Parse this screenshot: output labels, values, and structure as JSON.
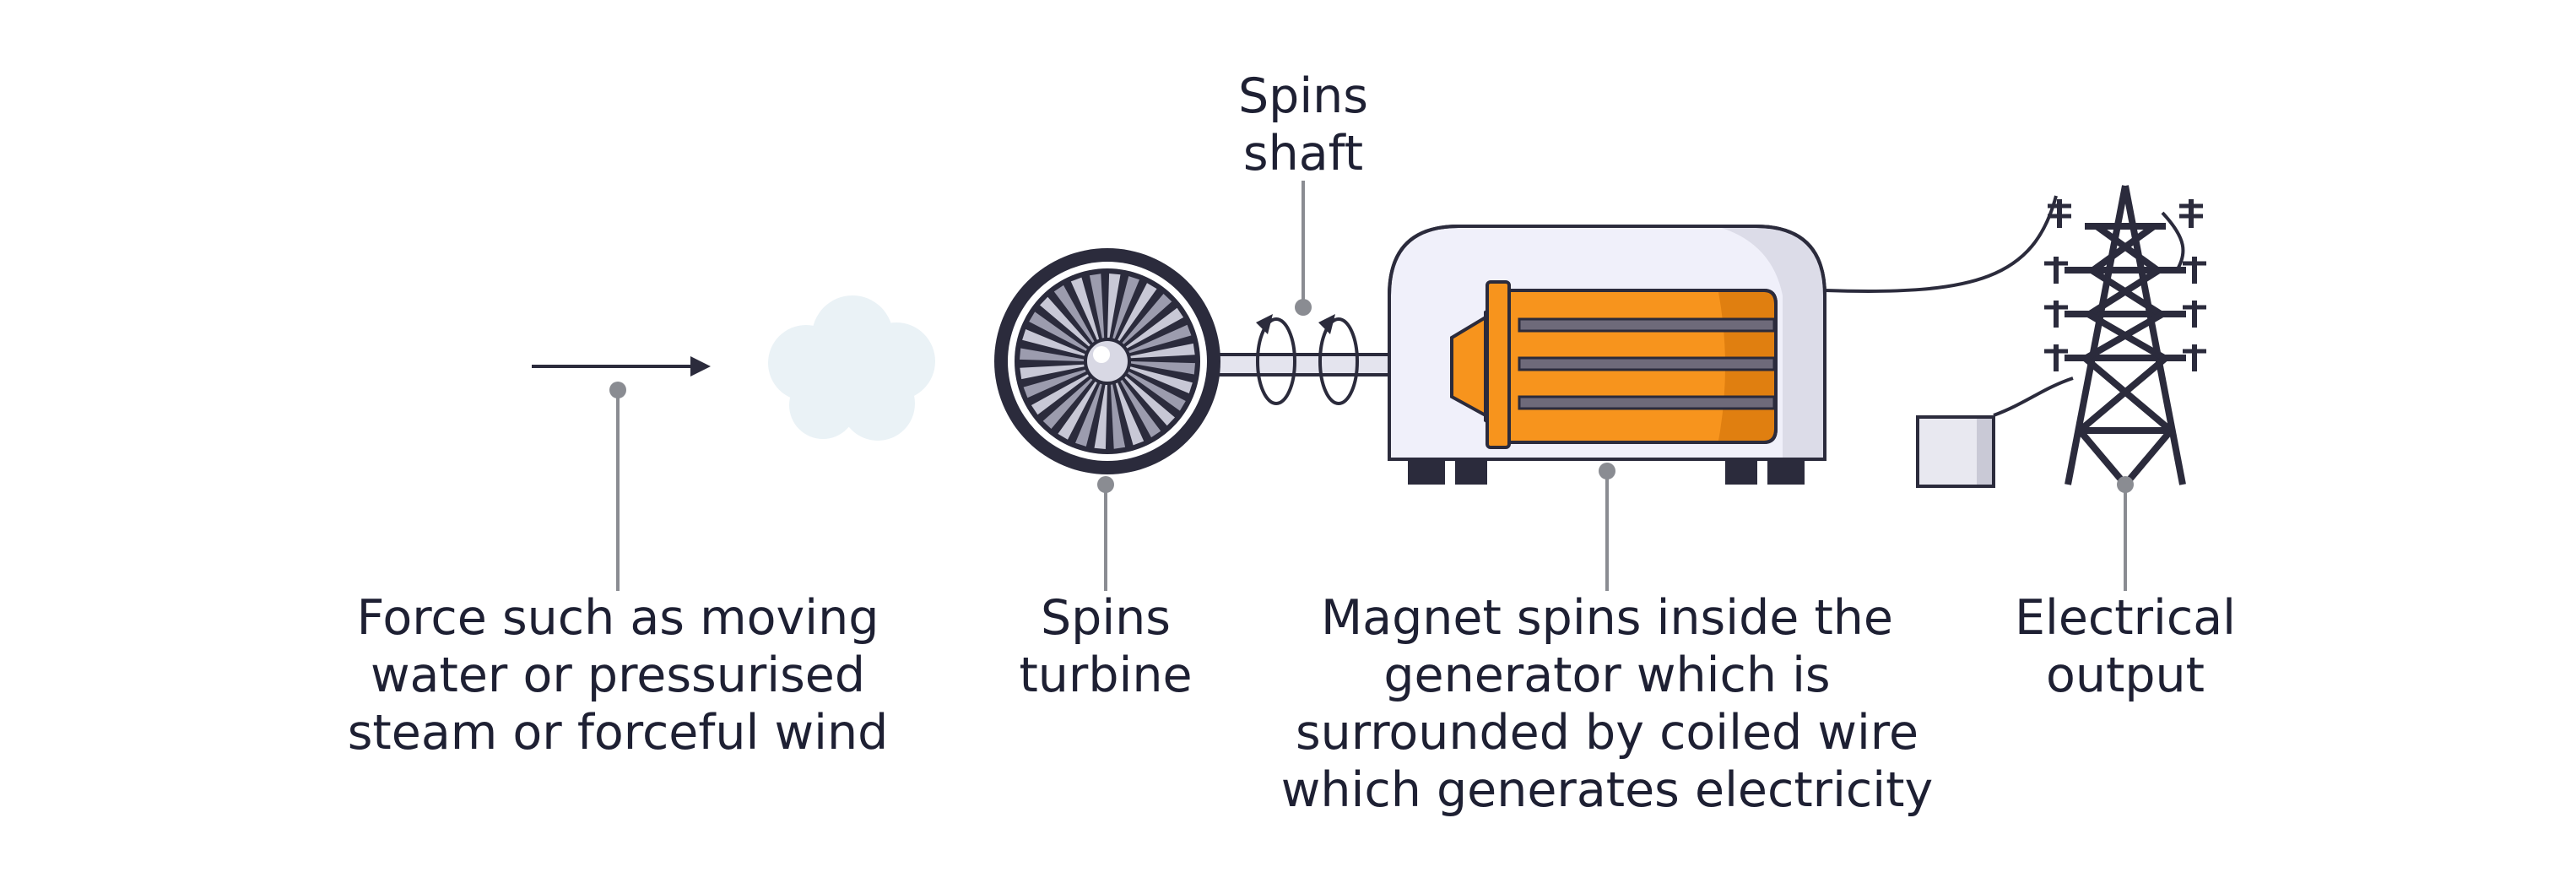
{
  "title": "How a generator produces electricity",
  "labels": {
    "force": [
      "Force such as moving",
      "water or pressurised",
      "steam or forceful wind"
    ],
    "turbine": [
      "Spins",
      "turbine"
    ],
    "shaft": [
      "Spins",
      "shaft"
    ],
    "magnet": [
      "Magnet spins inside the",
      "generator which is",
      "surrounded by coiled wire",
      "which generates electricity"
    ],
    "output": [
      "Electrical",
      "output"
    ]
  },
  "colors": {
    "outline": "#2b2b3c",
    "leader": "#8a8c92",
    "cloud": "#eaf2f6",
    "generator_body": "#f0f0fa",
    "generator_shade": "#dcdce8",
    "magnet": "#f7941d",
    "magnet_shade": "#e07f10",
    "coil": "#6e6a7a",
    "text": "#1e2033"
  }
}
